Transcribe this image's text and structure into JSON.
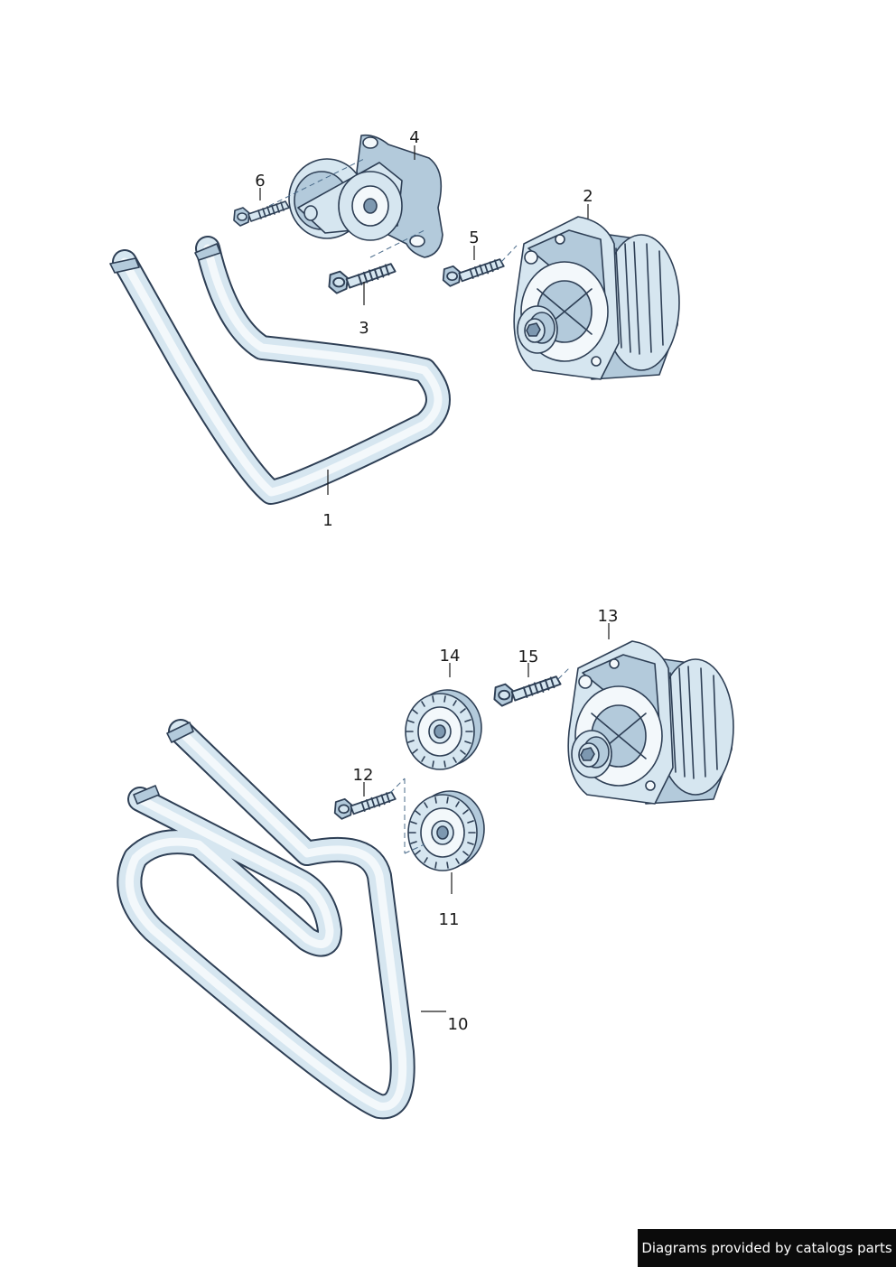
{
  "callouts": {
    "c1": "1",
    "c2": "2",
    "c3": "3",
    "c4": "4",
    "c5": "5",
    "c6": "6",
    "c10": "10",
    "c11": "11",
    "c12": "12",
    "c13": "13",
    "c14": "14",
    "c15": "15"
  },
  "footer": {
    "text": "Diagrams provided by catalogs parts"
  },
  "colors": {
    "outline": "#2e3f55",
    "part_fill": "#d6e6f0",
    "part_shade": "#b3cadb",
    "background": "#ffffff"
  }
}
